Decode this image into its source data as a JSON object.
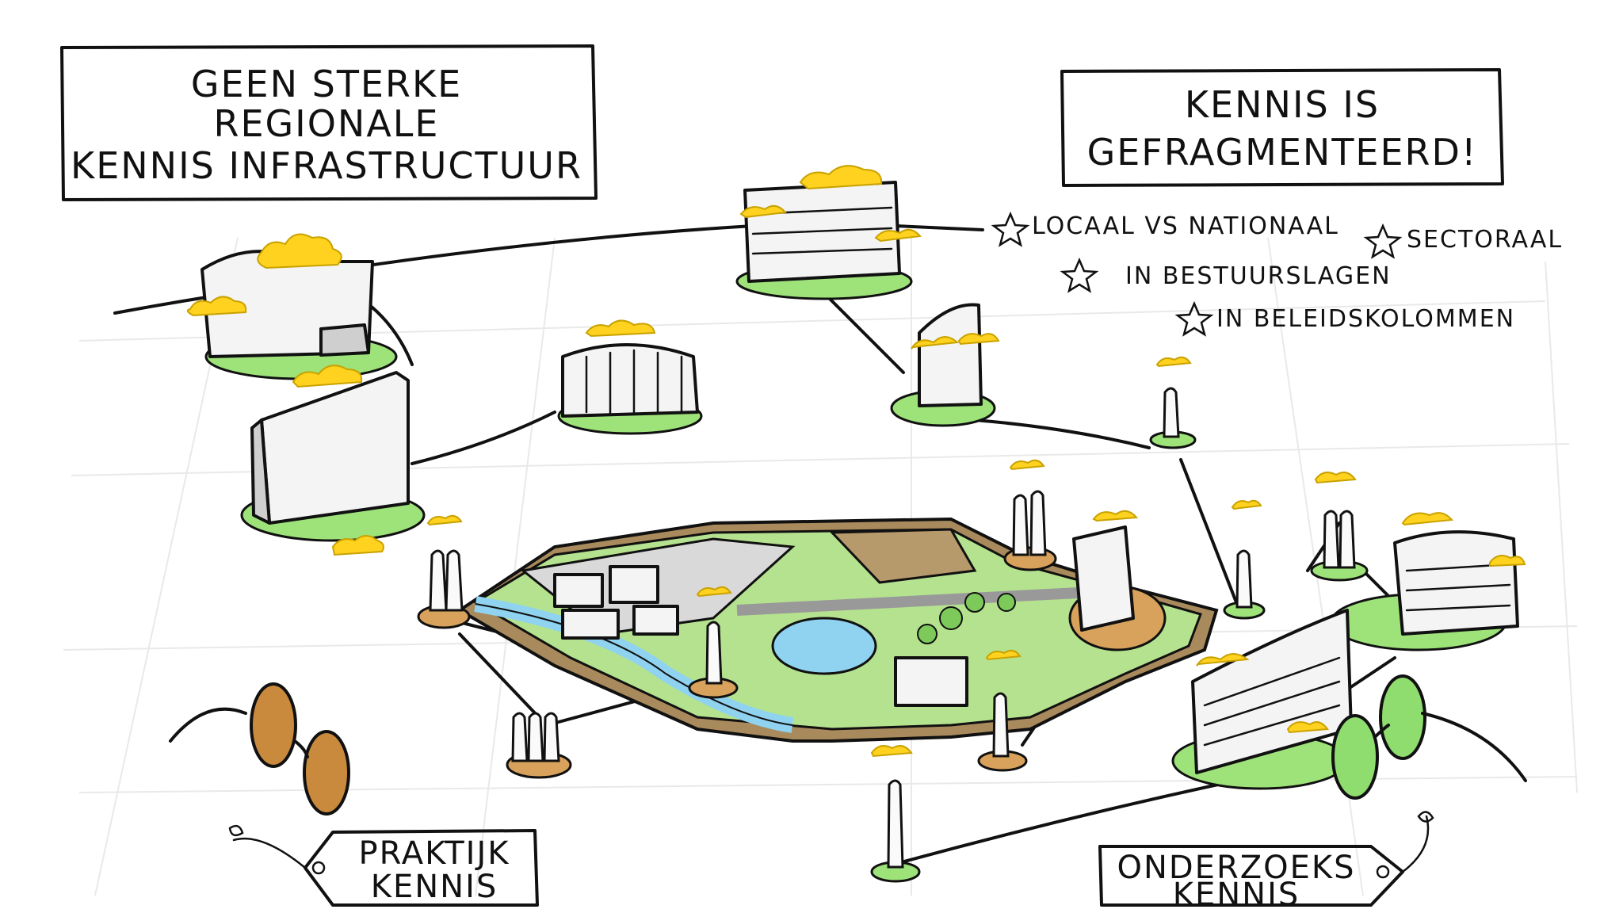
{
  "boxes": {
    "left_title": [
      "GEEN STERKE",
      "REGIONALE",
      "KENNIS INFRASTRUCTUUR"
    ],
    "right_title": [
      "KENNIS IS",
      "GEFRAGMENTEERD!"
    ]
  },
  "fragmentation_points": [
    "LOCAAL VS NATIONAAL",
    "SECTORAAL",
    "IN BESTUURSLAGEN",
    "IN BELEIDSKOLOMMEN"
  ],
  "tags": {
    "practice": [
      "PRAKTIJK",
      "KENNIS"
    ],
    "research": [
      "ONDERZOEKS",
      "KENNIS"
    ]
  },
  "icons": {
    "star": "star-icon",
    "glasses": "glasses-icon"
  },
  "colors": {
    "lawn": "#9ee37a",
    "knowledge_cloud": "#ffd21f",
    "pad": "#d8a25c",
    "water": "#8fd3f0",
    "practice_glasses": "#c98a3e",
    "research_glasses": "#8fdc6f"
  }
}
